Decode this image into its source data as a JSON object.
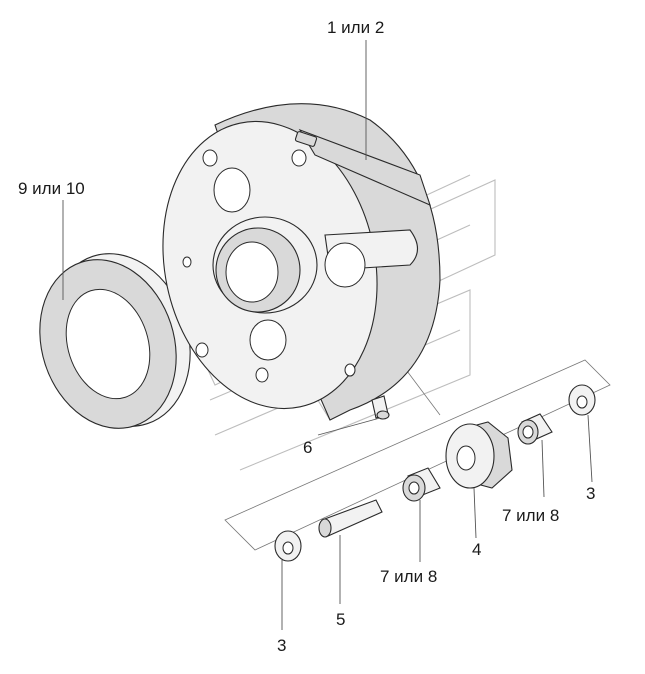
{
  "labels": {
    "pump": "1 или 2",
    "seal": "9 или 10",
    "plug": "6",
    "washer_right": "3",
    "bushing_right": "7 или 8",
    "gear": "4",
    "bushing_left": "7 или 8",
    "axle": "5",
    "washer_left": "3"
  }
}
